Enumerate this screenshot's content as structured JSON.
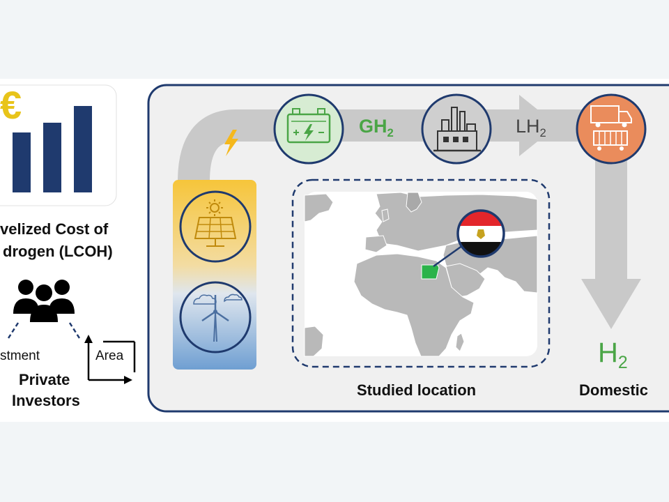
{
  "cost_panel": {
    "currency_symbol": "€",
    "title_line1": "velized Cost of",
    "title_line2": "drogen (LCOH)"
  },
  "investors": {
    "left_label": "stment",
    "right_label": "Area",
    "title_line1": "Private",
    "title_line2": "Investors"
  },
  "flow": {
    "gh2_base": "GH",
    "gh2_sub": "2",
    "lh2_base": "LH",
    "lh2_sub": "2",
    "h2_base": "H",
    "h2_sub": "2"
  },
  "map": {
    "caption": "Studied location"
  },
  "domestic": {
    "label": "Domestic"
  },
  "colors": {
    "navy": "#1f3a6e",
    "green_accent": "#4aa546",
    "orange_accent": "#ea8c5c",
    "arrow_gray": "#c9c9c9",
    "solar_yellow": "#f5c63c",
    "wind_blue": "#7aa6d6"
  },
  "icons": [
    "euro-icon",
    "bar-chart-icon",
    "people-icon",
    "lightning-icon",
    "solar-panel-icon",
    "wind-turbine-icon",
    "electrolyzer-icon",
    "liquefaction-plant-icon",
    "truck-icon",
    "egypt-flag-icon"
  ]
}
